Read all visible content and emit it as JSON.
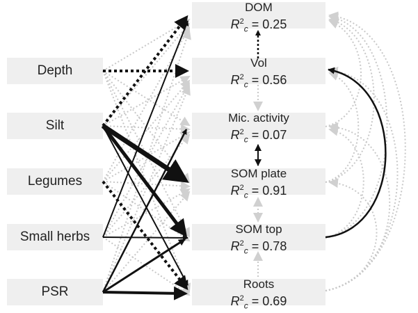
{
  "predictors": [
    {
      "id": "depth",
      "label": "Depth"
    },
    {
      "id": "silt",
      "label": "Silt"
    },
    {
      "id": "legumes",
      "label": "Legumes"
    },
    {
      "id": "small_herbs",
      "label": "Small herbs"
    },
    {
      "id": "psr",
      "label": "PSR"
    }
  ],
  "responses": [
    {
      "id": "dom",
      "name": "DOM",
      "r2_symbol": "R",
      "r2_sup": "2",
      "r2_sub": "c",
      "r2_value": " = 0.25"
    },
    {
      "id": "vol",
      "name": "Vol",
      "r2_symbol": "R",
      "r2_sup": "2",
      "r2_sub": "c",
      "r2_value": " = 0.56"
    },
    {
      "id": "mic",
      "name": "Mic. activity",
      "r2_symbol": "R",
      "r2_sup": "2",
      "r2_sub": "c",
      "r2_value": " = 0.07"
    },
    {
      "id": "som_plate",
      "name": "SOM plate",
      "r2_symbol": "R",
      "r2_sup": "2",
      "r2_sub": "c",
      "r2_value": " = 0.91"
    },
    {
      "id": "som_top",
      "name": "SOM top",
      "r2_symbol": "R",
      "r2_sup": "2",
      "r2_sub": "c",
      "r2_value": " = 0.78"
    },
    {
      "id": "roots",
      "name": "Roots",
      "r2_symbol": "R",
      "r2_sup": "2",
      "r2_sub": "c",
      "r2_value": " = 0.69"
    }
  ],
  "colors": {
    "box_fill": "#efefef",
    "significant_path": "#111111",
    "nonsignificant_path": "#c8c8c8"
  }
}
